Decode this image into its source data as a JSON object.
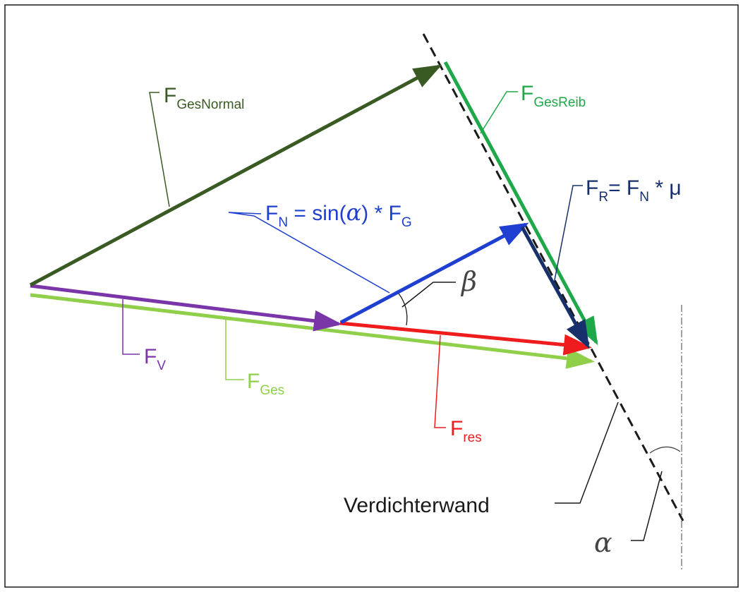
{
  "diagram": {
    "labels": {
      "f_gesnormal": {
        "main": "F",
        "sub": "GesNormal"
      },
      "f_gesreib": {
        "main": "F",
        "sub": "GesReib"
      },
      "f_r": {
        "main": "F",
        "sub": "R",
        "eq": "= F",
        "sub2": "N",
        "tail": " * μ"
      },
      "f_n": {
        "main": "F",
        "sub": "N",
        "eq": " = sin(",
        "alpha": "α",
        "close": ") * F",
        "sub2": "G"
      },
      "beta": "β",
      "f_v": {
        "main": "F",
        "sub": "V"
      },
      "f_ges": {
        "main": "F",
        "sub": "Ges"
      },
      "f_res": {
        "main": "F",
        "sub": "res"
      },
      "wall": "Verdichterwand",
      "alpha": "α"
    },
    "colors": {
      "gesnormal": "#3a5a24",
      "gesreib": "#1fa84a",
      "fr": "#17306b",
      "fn": "#1e3fcf",
      "fv": "#7a35a8",
      "fges": "#8fcf4a",
      "fres": "#ee1c1c",
      "black": "#1a1a1a",
      "gray": "#444444"
    }
  }
}
